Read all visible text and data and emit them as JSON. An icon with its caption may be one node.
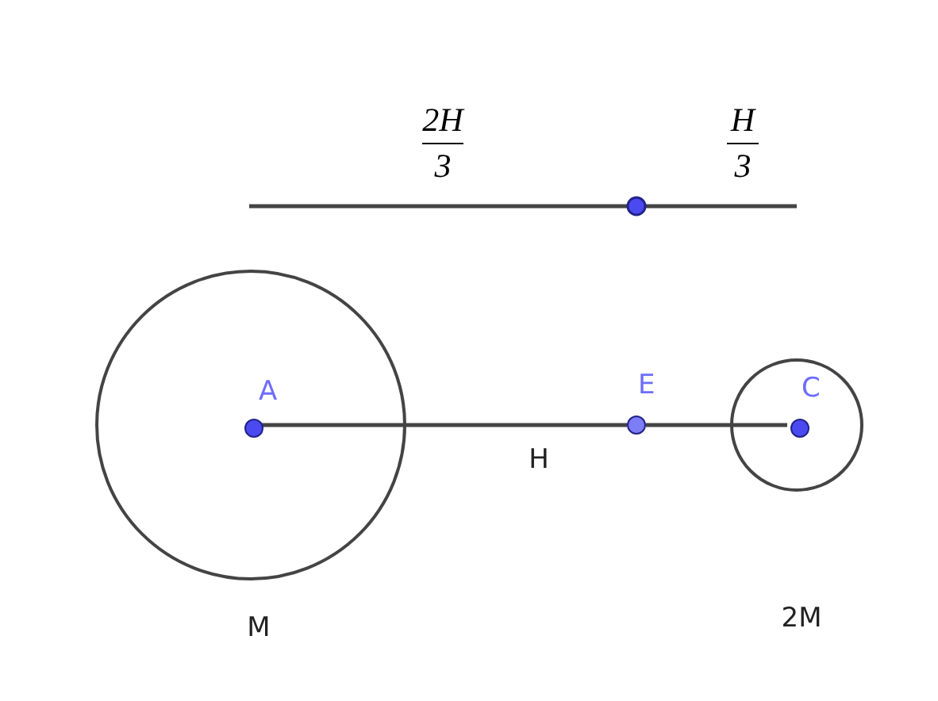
{
  "diagram": {
    "nodes": [
      {
        "text": [],
        "shape": "circle"
      },
      {
        "text": [
          "A"
        ],
        "in": 0
      },
      {
        "text": [
          "E"
        ]
      },
      {
        "text": [],
        "shape": "circle"
      },
      {
        "text": [
          "C"
        ],
        "in": 3
      }
    ],
    "edges": [
      {
        "from": 1,
        "to": 2,
        "arrow": "none",
        "label": "H"
      },
      {
        "from": 2,
        "to": 4,
        "arrow": "none"
      }
    ],
    "labels": [
      "2H",
      "3",
      "H",
      "3",
      "M",
      "2M"
    ]
  }
}
